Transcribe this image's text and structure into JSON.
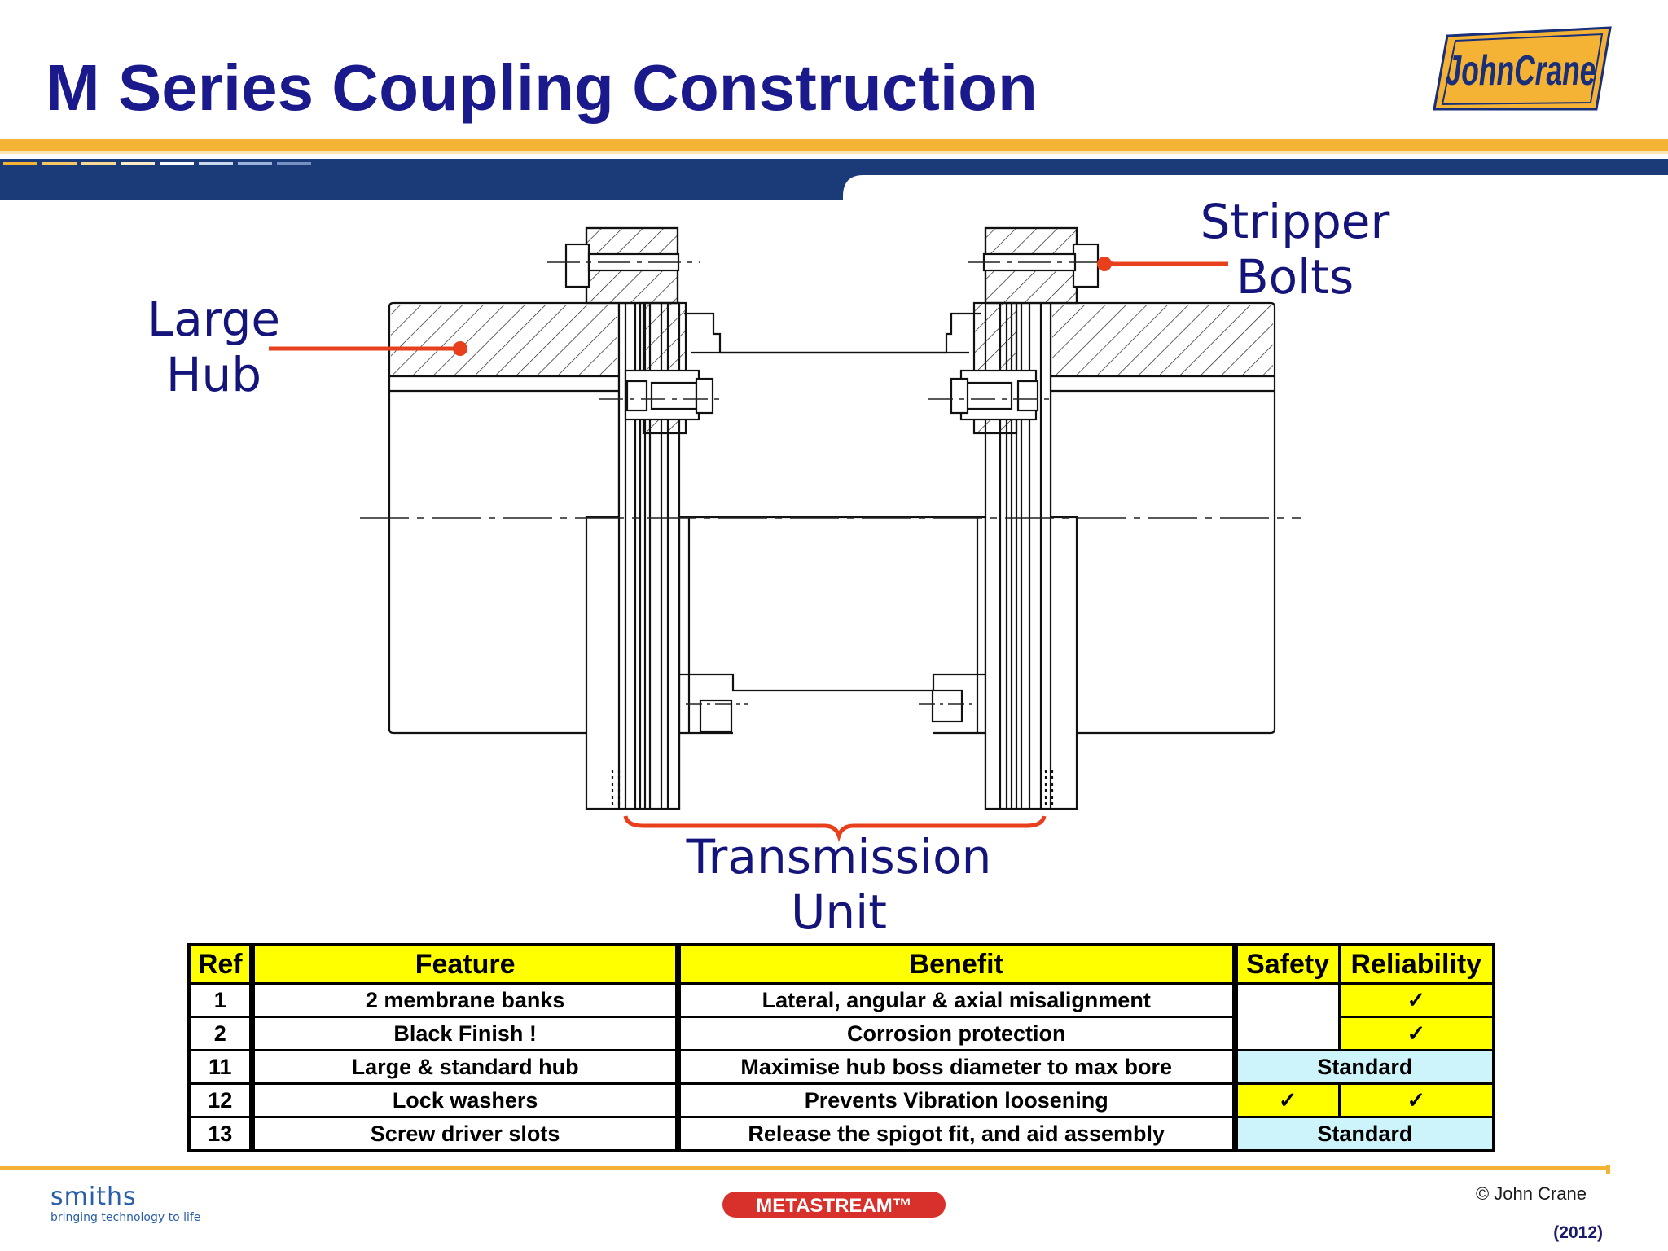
{
  "slide": {
    "title": "M Series Coupling Construction"
  },
  "logo": {
    "text": "JohnCrane",
    "colors": {
      "gold": "#f5b335",
      "navy": "#1a2f7a"
    }
  },
  "callouts": {
    "hub": "Large Hub",
    "bolts": "Stripper Bolts",
    "transmission": "Transmission Unit",
    "leader_color": "#e8401c"
  },
  "table": {
    "headers": {
      "ref": "Ref",
      "feature": "Feature",
      "benefit": "Benefit",
      "safety": "Safety",
      "reliability": "Reliability"
    },
    "rows": [
      {
        "ref": "1",
        "feature": "2 membrane banks",
        "benefit": "Lateral, angular & axial misalignment",
        "safety": "",
        "reliability": "✓"
      },
      {
        "ref": "2",
        "feature": "Black Finish !",
        "benefit": "Corrosion protection",
        "safety": "",
        "reliability": "✓"
      },
      {
        "ref": "11",
        "feature": "Large & standard hub",
        "benefit": "Maximise hub boss diameter to max bore",
        "combined": "Standard"
      },
      {
        "ref": "12",
        "feature": "Lock washers",
        "benefit": "Prevents Vibration loosening",
        "safety": "✓",
        "reliability": "✓"
      },
      {
        "ref": "13",
        "feature": "Screw driver slots",
        "benefit": "Release the spigot fit, and aid assembly",
        "combined": "Standard"
      }
    ],
    "colors": {
      "header": "#ffff00",
      "check": "#ffff00",
      "standard": "#cdf3fb"
    }
  },
  "footer": {
    "smiths": "smiths",
    "smiths_tagline": "bringing technology to life",
    "metastream": "METASTREAM™",
    "copyright": "© John Crane",
    "year": "(2012)"
  },
  "colors": {
    "title": "#1a1a8c",
    "band_gold": "#f5b335",
    "band_navy": "#1a3a78"
  }
}
